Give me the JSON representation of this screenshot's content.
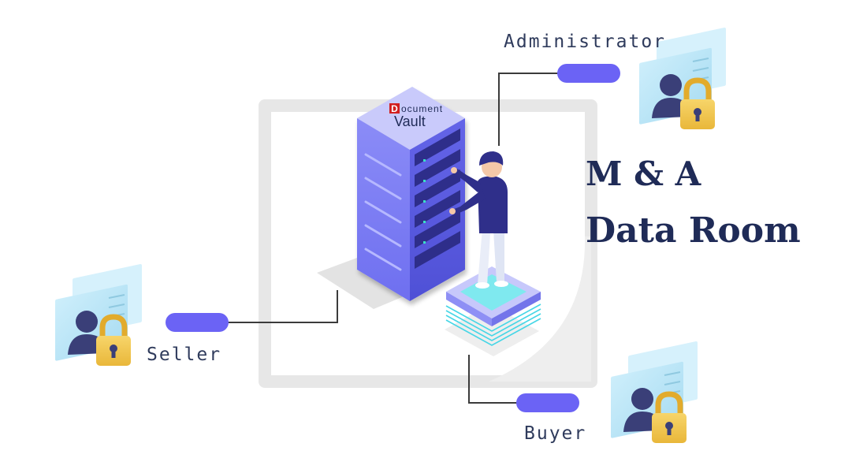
{
  "brand": {
    "initial": "D",
    "word_rest": "ocument",
    "line2": "Vault"
  },
  "headline": {
    "line1": "M & A",
    "line2": "Data Room"
  },
  "roles": {
    "administrator": "Administrator",
    "seller": "Seller",
    "buyer": "Buyer"
  },
  "colors": {
    "pill": "#6b63f5",
    "connector": "#3b3b3b",
    "frame": "#e7e7e7",
    "server": "#7f80f5",
    "lock": "#f3c84a",
    "card": "#bfe6f6",
    "person": "#3a3f78",
    "headline": "#1f2b57"
  },
  "icons": [
    "server-rack-icon",
    "user-lock-icon",
    "person-figure-icon"
  ]
}
